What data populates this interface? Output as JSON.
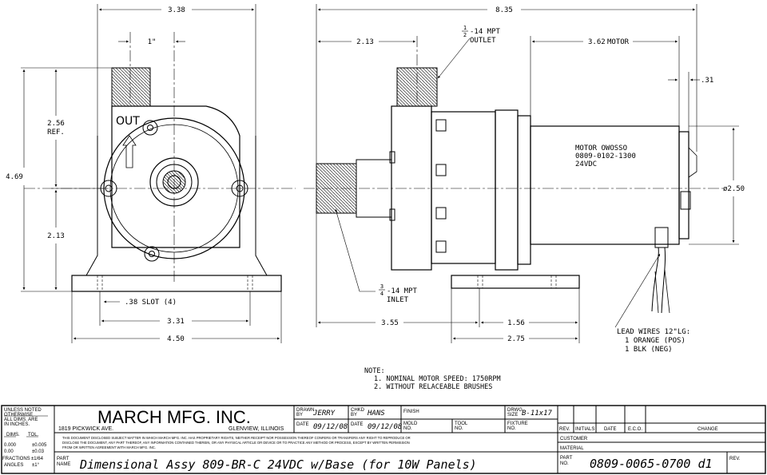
{
  "front_view": {
    "overall_width": "3.38",
    "port_offset": "1\"",
    "port_height": "2.56",
    "port_height_ref": "REF.",
    "overall_height": "4.69",
    "center_height": "2.13",
    "slot": ".38 SLOT (4)",
    "base_hole_spacing": "3.31",
    "base_width": "4.50",
    "out_label": "OUT"
  },
  "side_view": {
    "overall_length": "8.35",
    "outlet_offset": "2.13",
    "outlet_fraction_num": "1",
    "outlet_fraction_den": "2",
    "outlet_thread": "-14 MPT",
    "outlet_label": "OUTLET",
    "motor_length_value": "3.62",
    "motor_length_label": "MOTOR",
    "endcap": ".31",
    "motor_dia": "ø2.50",
    "motor_line1": "MOTOR OWOSSO",
    "motor_line2": "0809-0102-1300",
    "motor_line3": "24VDC",
    "inlet_fraction_num": "3",
    "inlet_fraction_den": "4",
    "inlet_thread": "-14 MPT",
    "inlet_label": "INLET",
    "inlet_to_base": "3.55",
    "base_offset": "1.56",
    "base_length": "2.75",
    "lead_line1": "LEAD WIRES 12\"LG:",
    "lead_line2": "1 ORANGE (POS)",
    "lead_line3": "1 BLK (NEG)"
  },
  "notes": {
    "title": "NOTE:",
    "line1": "1.  NOMINAL MOTOR SPEED: 1750RPM",
    "line2": "2.  WITHOUT RELACEABLE BRUSHES"
  },
  "title_block": {
    "unless1": "UNLESS NOTED",
    "unless2": "OTHERWISE",
    "unless3": "ALL DIMS. ARE",
    "unless4": "IN INCHES.",
    "dims_h": "DIMS.",
    "tol_h": "TOL.",
    "d1": "0.000",
    "t1": "±0.005",
    "d2": "0.00",
    "t2": "±0.03",
    "d3": "FRACTIONS",
    "t3": "±1/64",
    "d4": "ANGLES",
    "t4": "±1°",
    "company": "MARCH MFG. INC.",
    "address": "1819 PICKWICK AVE.",
    "city": "GLENVIEW, ILLINOIS",
    "drawn_label1": "DRAWN",
    "drawn_label2": "BY",
    "drawn_by": "JERRY",
    "chkd_label1": "CHKD",
    "chkd_label2": "BY",
    "checked_by": "HANS",
    "finish_label": "FINISH",
    "drwg_label1": "DRWG",
    "drwg_label2": "SIZE",
    "drwg_size": "B-11x17",
    "date_label": "DATE",
    "date1": "09/12/08",
    "date2": "09/12/08",
    "mold_label1": "MOLD",
    "mold_label2": "NO.",
    "tool_label1": "TOOL",
    "tool_label2": "NO.",
    "fixture_label1": "FIXTURE",
    "fixture_label2": "NO.",
    "disclaimer1": "THIS DOCUMENT DISCLOSED SUBJECT MATTER IN WHICH MARCH MFG. INC. HAS PROPRIETARY RIGHTS, NEITHER RECEIPT NOR POSSESSION THEREOF CONFERS OR TRANSFERS ANY RIGHT TO REPRODUCE OR",
    "disclaimer2": "DISCLOSE THE DOCUMENT, ANY PART THEREOF, ANY INFORMATION CONTAINED THEREIN, OR ANY PHYSICAL ARTICLE OR DEVICE OR TO PRACTICE ANY METHOD OR PROCESS, EXCEPT BY WRITTEN PERMISSION",
    "disclaimer3": "FROM OR WRITTEN AGREEMENT WITH MARCH MFG. INC.",
    "part_label1": "PART",
    "part_label2": "NAME",
    "part_name": "Dimensional Assy 809-BR-C 24VDC w/Base (for 10W Panels)",
    "rev_h": "REV.",
    "initials_h": "INITIALS",
    "date_h": "DATE",
    "eco_h": "E.C.O.",
    "change_h": "CHANGE",
    "customer_label": "CUSTOMER",
    "material_label": "MATERIAL",
    "partno_label1": "PART",
    "partno_label2": "NO.",
    "part_number": "0809-0065-0700 d1",
    "rev_label": "REV."
  }
}
